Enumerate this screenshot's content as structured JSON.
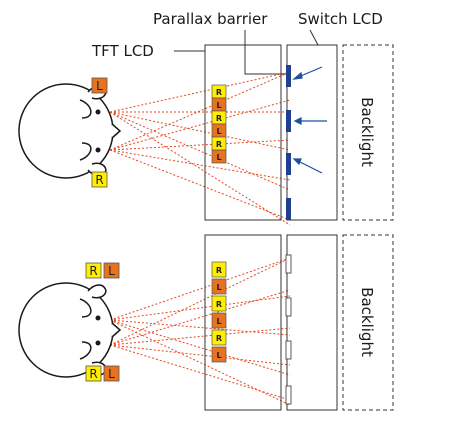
{
  "labels": {
    "parallax_barrier": "Parallax barrier",
    "switch_lcd": "Switch LCD",
    "tft_lcd": "TFT LCD",
    "backlight_top": "Backlight",
    "backlight_bottom": "Backlight"
  },
  "top_panel": {
    "eye_tags": [
      "L",
      "R"
    ],
    "pixel_column": [
      "R",
      "L",
      "R",
      "L",
      "R",
      "L"
    ]
  },
  "bottom_panel": {
    "eye_tags": [
      [
        "R",
        "L"
      ],
      [
        "R",
        "L"
      ]
    ],
    "pixel_column": [
      "R",
      "L",
      "R",
      "L",
      "R",
      "L"
    ]
  },
  "colors": {
    "left_pixel": "#e8731e",
    "right_pixel": "#ffee00",
    "ray": "#e8471e",
    "barrier": "#1f3f8f",
    "arrow": "#1f4fa0",
    "outline": "#333333"
  }
}
